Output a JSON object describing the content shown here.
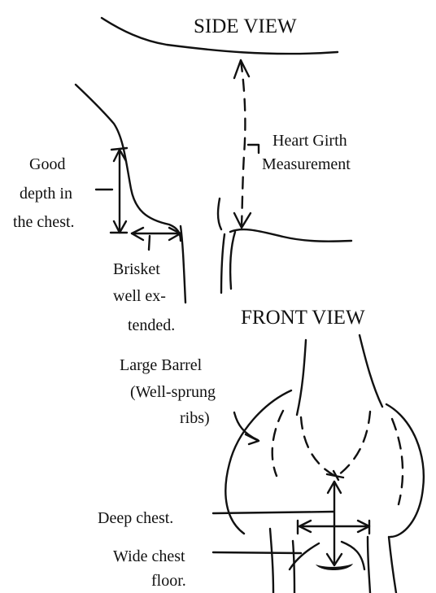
{
  "side_view": {
    "title": "SIDE VIEW",
    "heart_girth_label": [
      "Heart Girth",
      "Measurement"
    ],
    "chest_depth_label": [
      "Good",
      "depth in",
      "the chest."
    ],
    "brisket_label": [
      "Brisket",
      "well ex-",
      "tended."
    ]
  },
  "front_view": {
    "title": "FRONT VIEW",
    "barrel_label": [
      "Large Barrel",
      "(Well-sprung",
      "ribs)"
    ],
    "deep_chest_label": "Deep chest.",
    "wide_floor_label": [
      "Wide chest",
      "floor."
    ]
  },
  "colors": {
    "ink": "#111111",
    "background": "#ffffff"
  }
}
